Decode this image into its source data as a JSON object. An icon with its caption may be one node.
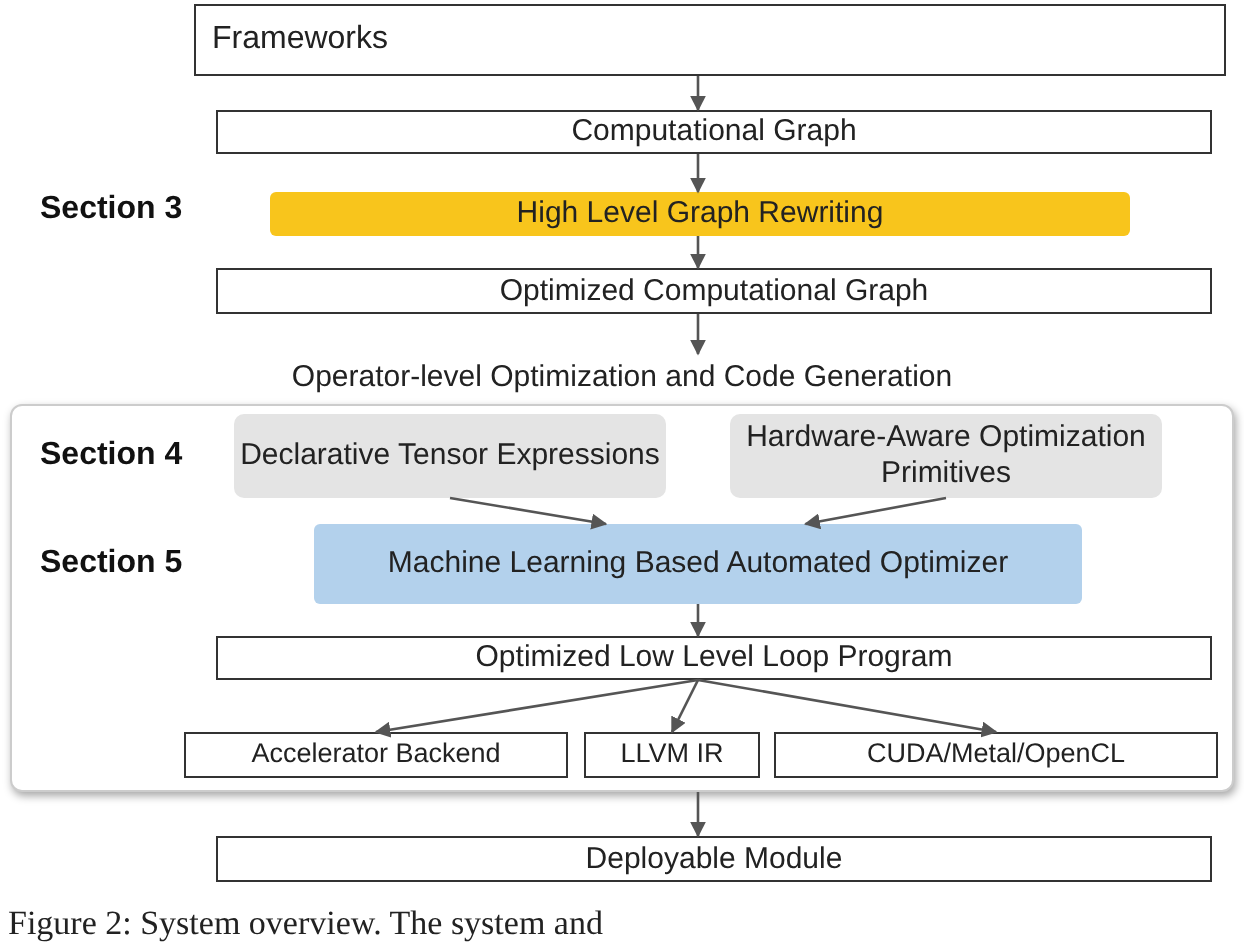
{
  "diagram": {
    "caption": "Figure 2: System overview. The system and",
    "nodes": [
      {
        "text": [
          "Frameworks"
        ]
      },
      {
        "text": [
          "Computational Graph"
        ]
      },
      {
        "text": [
          "High Level Graph Rewriting"
        ]
      },
      {
        "text": [
          "Optimized Computational Graph"
        ]
      },
      {
        "text": [
          "Operator-level Optimization and Code Generation"
        ]
      },
      {
        "text": [
          "Declarative Tensor Expressions"
        ],
        "in": 4
      },
      {
        "text": [
          "Hardware-Aware Optimization Primitives"
        ],
        "in": 4
      },
      {
        "text": [
          "Machine Learning Based Automated Optimizer"
        ],
        "in": 4
      },
      {
        "text": [
          "Optimized Low Level Loop Program"
        ],
        "in": 4
      },
      {
        "text": [
          "Accelerator Backend"
        ],
        "in": 4
      },
      {
        "text": [
          "LLVM IR"
        ],
        "in": 4
      },
      {
        "text": [
          "CUDA/Metal/OpenCL"
        ],
        "in": 4
      },
      {
        "text": [
          "Deployable Module"
        ]
      }
    ],
    "edges": [
      {
        "from": 0,
        "to": 1,
        "arrow": "to"
      },
      {
        "from": 1,
        "to": 2,
        "arrow": "to"
      },
      {
        "from": 2,
        "to": 3,
        "arrow": "to"
      },
      {
        "from": 3,
        "to": 4,
        "arrow": "to"
      },
      {
        "from": 5,
        "to": 7,
        "arrow": "to"
      },
      {
        "from": 6,
        "to": 7,
        "arrow": "to"
      },
      {
        "from": 7,
        "to": 8,
        "arrow": "to"
      },
      {
        "from": 8,
        "to": 9,
        "arrow": "to"
      },
      {
        "from": 8,
        "to": 10,
        "arrow": "to"
      },
      {
        "from": 8,
        "to": 11,
        "arrow": "to"
      },
      {
        "from": 4,
        "to": 12,
        "arrow": "to"
      }
    ],
    "labels": [
      "Section 3",
      "Section 4",
      "Section 5"
    ]
  }
}
